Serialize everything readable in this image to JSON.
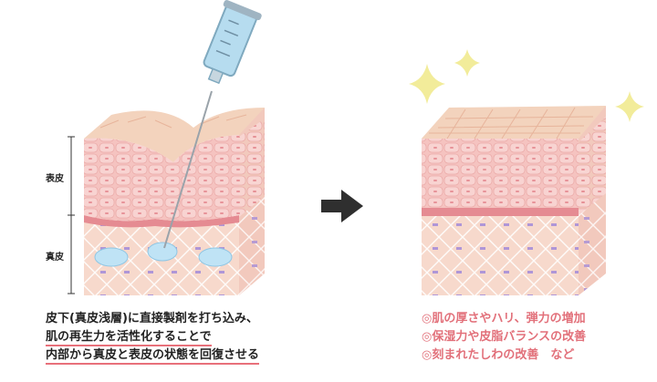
{
  "labels": {
    "epidermis": "表皮",
    "dermis": "真皮"
  },
  "left_caption": [
    "皮下(真皮浅層)に直接製剤を打ち込み、",
    "肌の再生力を活性化することで",
    "内部から真皮と表皮の状態を回復させる"
  ],
  "right_caption": [
    "◎肌の厚さやハリ、弾力の増加",
    "◎保湿力や皮脂バランスの改善",
    "◎刻まれたしわの改善　など"
  ],
  "colors": {
    "skin_top": "#f3d3bd",
    "epidermis": "#f5c3c0",
    "basal": "#e58b92",
    "dermis": "#f7d9cc",
    "fiber": "#ffffff",
    "accent_text": "#e2707a",
    "sparkle": "#f2ec9a",
    "syringe": "#b6dcef",
    "droplet": "#bfe3f5"
  },
  "icons": [
    "syringe-icon",
    "arrow-right-icon",
    "sparkle-icon"
  ]
}
